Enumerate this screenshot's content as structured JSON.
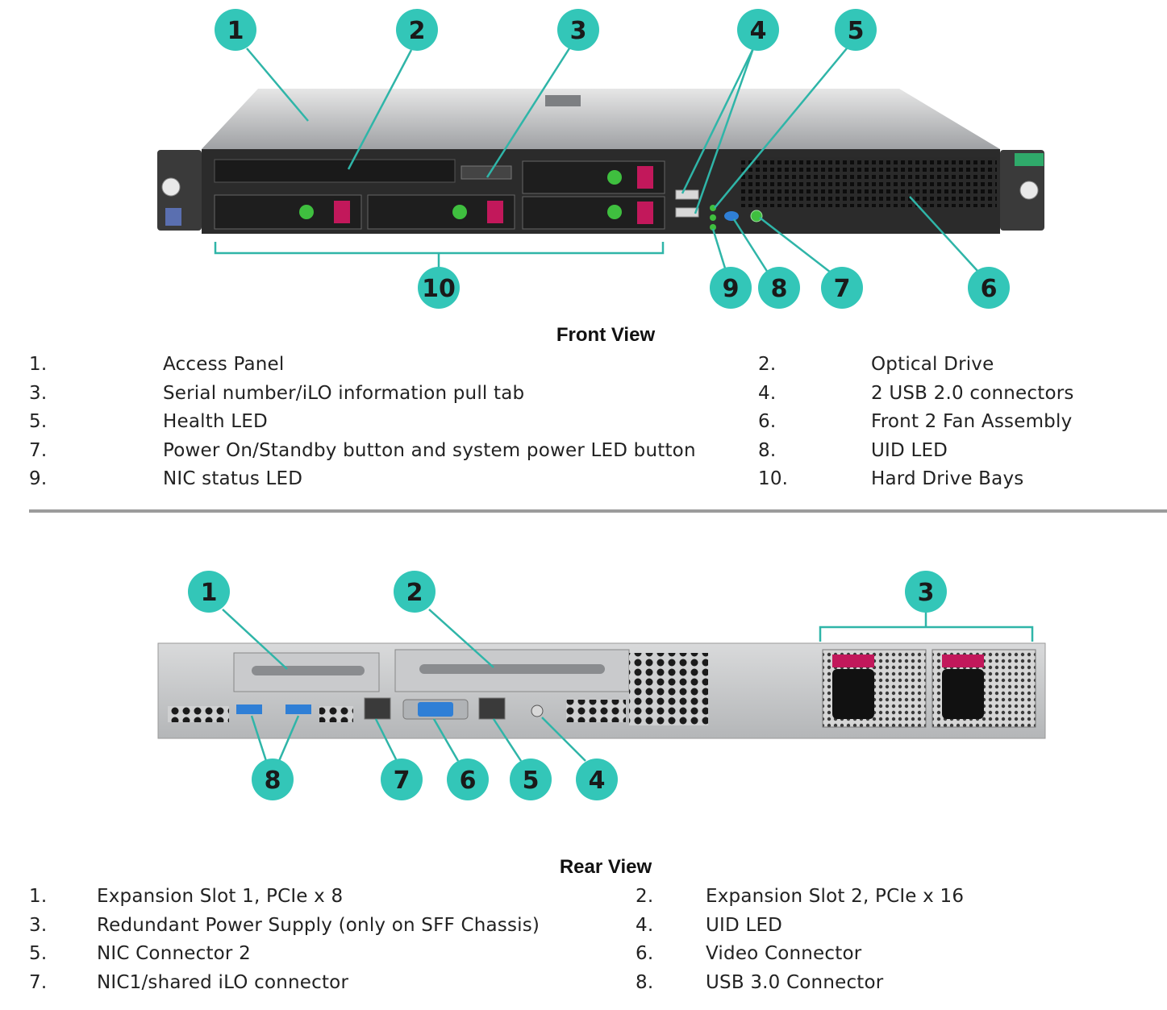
{
  "front_view": {
    "title": "Front View",
    "callouts": [
      "1",
      "2",
      "3",
      "4",
      "5",
      "10",
      "9",
      "8",
      "7",
      "6"
    ],
    "legend": [
      {
        "num": "1.",
        "label": "Access Panel"
      },
      {
        "num": "2.",
        "label": "Optical Drive"
      },
      {
        "num": "3.",
        "label": "Serial number/iLO information pull tab"
      },
      {
        "num": "4.",
        "label": "2 USB 2.0 connectors"
      },
      {
        "num": "5.",
        "label": "Health LED"
      },
      {
        "num": "6.",
        "label": "Front 2 Fan Assembly"
      },
      {
        "num": "7.",
        "label": "Power On/Standby button and system power LED button"
      },
      {
        "num": "8.",
        "label": "UID LED"
      },
      {
        "num": "9.",
        "label": "NIC status LED"
      },
      {
        "num": "10.",
        "label": "Hard Drive Bays"
      }
    ]
  },
  "rear_view": {
    "title": "Rear View",
    "callouts": [
      "1",
      "2",
      "3",
      "8",
      "7",
      "6",
      "5",
      "4"
    ],
    "legend": [
      {
        "num": "1.",
        "label": "Expansion Slot 1, PCIe x 8"
      },
      {
        "num": "2.",
        "label": "Expansion Slot 2, PCIe x 16"
      },
      {
        "num": "3.",
        "label": "Redundant Power Supply (only on SFF Chassis)"
      },
      {
        "num": "4.",
        "label": "UID LED"
      },
      {
        "num": "5.",
        "label": "NIC Connector 2"
      },
      {
        "num": "6.",
        "label": "Video Connector"
      },
      {
        "num": "7.",
        "label": "NIC1/shared iLO connector"
      },
      {
        "num": "8.",
        "label": "USB 3.0 Connector"
      }
    ]
  },
  "colors": {
    "callout_fill": "#33c6b8",
    "callout_line": "#2fb5a8",
    "chassis_dark": "#2b2b2b",
    "chassis_metal": "#b8babd",
    "led_green": "#3fbf3f",
    "drive_handle": "#c2185b",
    "usb_blue": "#2f7fd6"
  }
}
